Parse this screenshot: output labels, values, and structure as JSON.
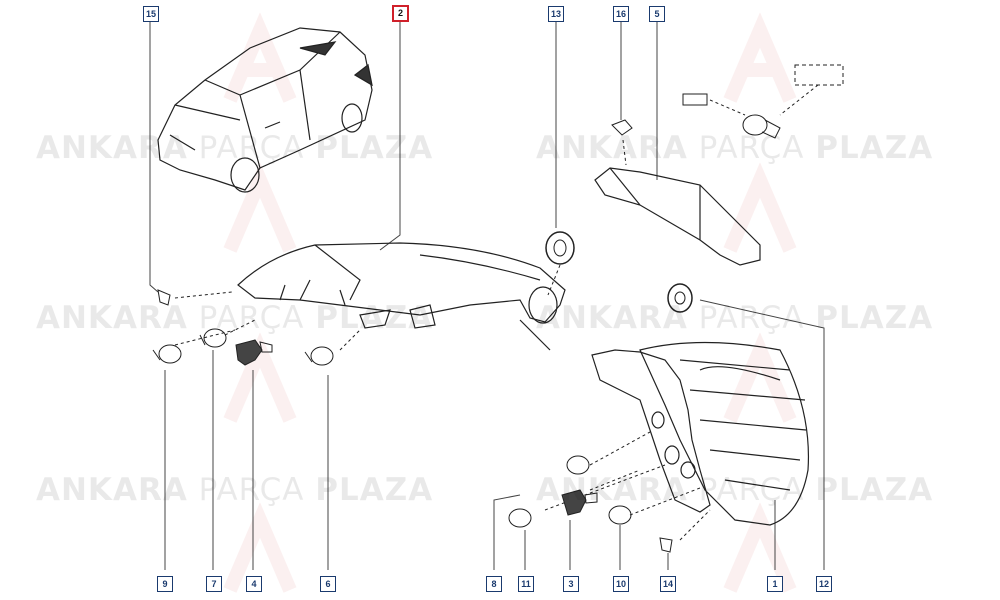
{
  "watermark": {
    "word1": "ANKARA",
    "word2": "PARÇA",
    "word3": "PLAZA",
    "color": "#000000"
  },
  "callouts": {
    "c15": "15",
    "c2": "2",
    "c13": "13",
    "c16": "16",
    "c5": "5",
    "c9": "9",
    "c7": "7",
    "c4": "4",
    "c6": "6",
    "c8": "8",
    "c11": "11",
    "c3": "3",
    "c10": "10",
    "c14": "14",
    "c1": "1",
    "c12": "12"
  },
  "colors": {
    "callout_border": "#1a3a6e",
    "highlight_border": "#d0202a",
    "line": "#444444"
  }
}
